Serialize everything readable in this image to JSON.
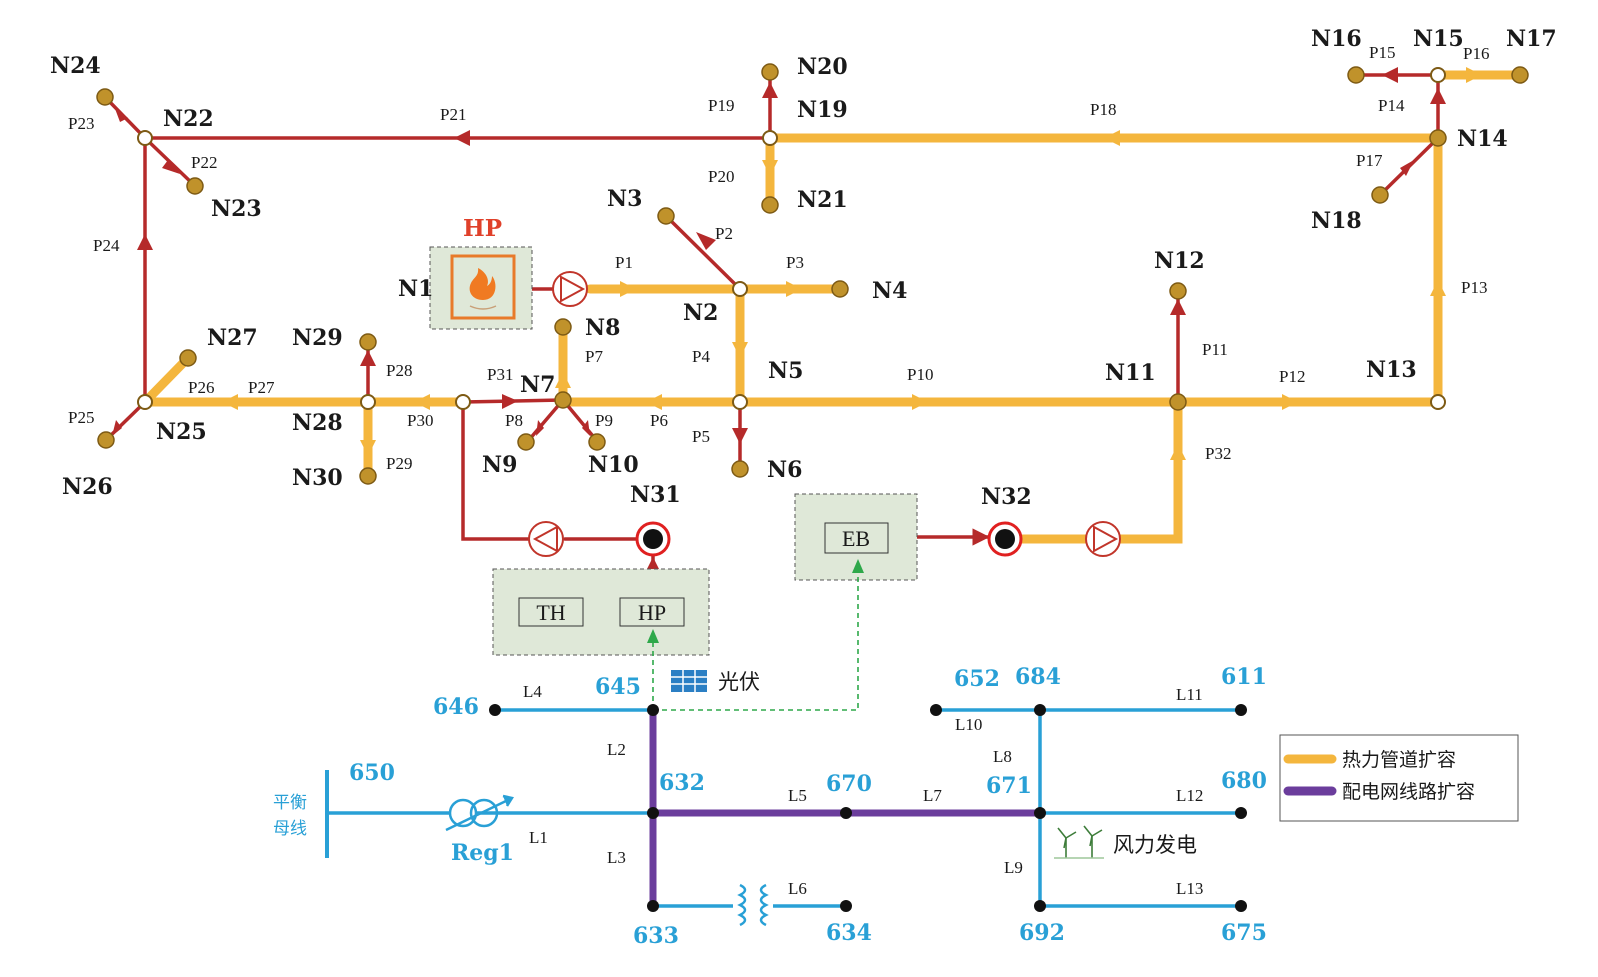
{
  "colors": {
    "heat_pipe_expansion": "#f4b63d",
    "heat_pipe_existing": "#b52a2a",
    "power_line_existing": "#29a0d6",
    "power_line_expansion": "#6b3d9c",
    "node_fill": "#c0922b",
    "equipment_box": "#dfe8d8"
  },
  "heat_nodes": [
    "N1",
    "N2",
    "N3",
    "N4",
    "N5",
    "N6",
    "N7",
    "N8",
    "N9",
    "N10",
    "N11",
    "N12",
    "N13",
    "N14",
    "N15",
    "N16",
    "N17",
    "N18",
    "N19",
    "N20",
    "N21",
    "N22",
    "N23",
    "N24",
    "N25",
    "N26",
    "N27",
    "N28",
    "N29",
    "N30",
    "N31",
    "N32"
  ],
  "pipes": [
    "P1",
    "P2",
    "P3",
    "P4",
    "P5",
    "P6",
    "P7",
    "P8",
    "P9",
    "P10",
    "P11",
    "P12",
    "P13",
    "P14",
    "P15",
    "P16",
    "P17",
    "P18",
    "P19",
    "P20",
    "P21",
    "P22",
    "P23",
    "P24",
    "P25",
    "P26",
    "P27",
    "P28",
    "P29",
    "P30",
    "P31",
    "P32"
  ],
  "buses": [
    "611",
    "632",
    "633",
    "634",
    "645",
    "646",
    "650",
    "652",
    "670",
    "671",
    "675",
    "680",
    "684",
    "692"
  ],
  "lines": [
    "L1",
    "L2",
    "L3",
    "L4",
    "L5",
    "L6",
    "L7",
    "L8",
    "L9",
    "L10",
    "L11",
    "L12",
    "L13"
  ],
  "equipment": {
    "hp_title": "HP",
    "th": "TH",
    "hp": "HP",
    "eb": "EB",
    "reg": "Reg1",
    "pv": "光伏",
    "wind": "风力发电",
    "balance_bus_line1": "平衡",
    "balance_bus_line2": "母线"
  },
  "legend": {
    "items": [
      {
        "label": "热力管道扩容",
        "color": "#f4b63d"
      },
      {
        "label": "配电网线路扩容",
        "color": "#6b3d9c"
      }
    ]
  }
}
